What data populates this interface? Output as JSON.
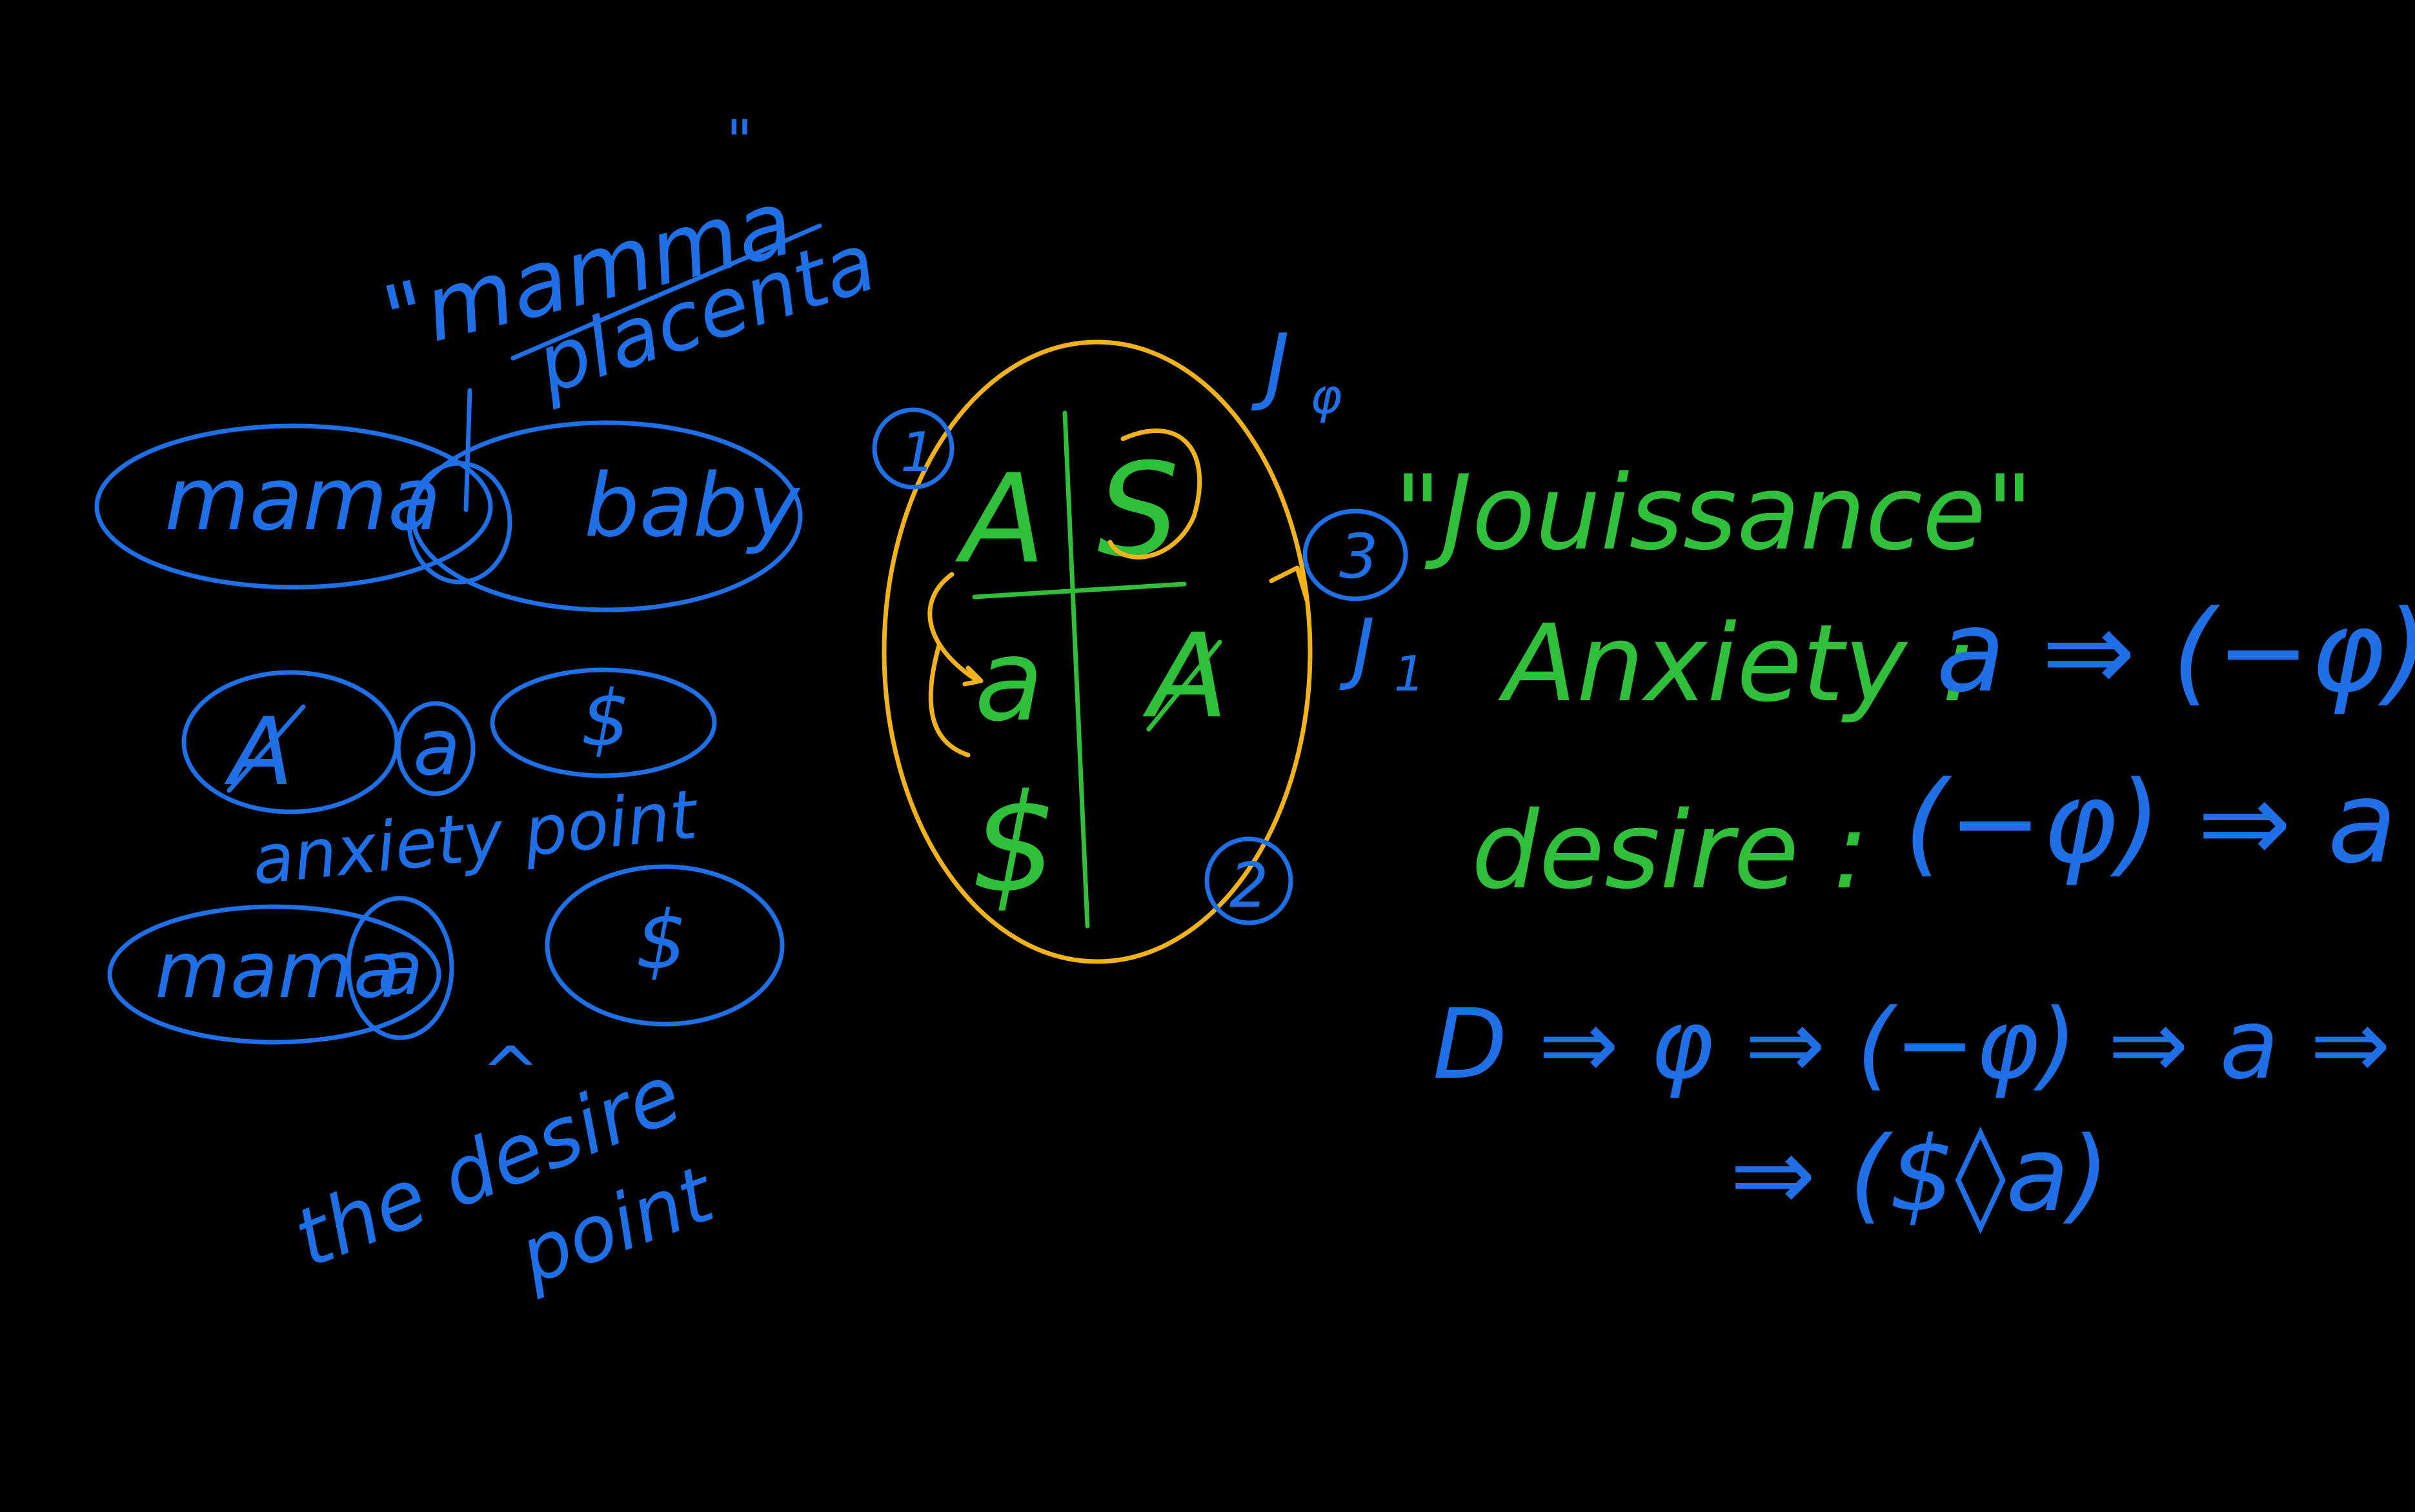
{
  "colors": {
    "background": "#000000",
    "blue": "#1f6fe6",
    "green": "#2fbf3a",
    "yellow": "#f2b21a"
  },
  "left": {
    "top_quote": "\"",
    "mamma": "\"mamma",
    "placenta": "placenta",
    "mama_1": "mama",
    "baby": "baby",
    "a_barred": "A",
    "a_circled": "a",
    "s_barred_1": "$",
    "anxiety_point": "anxiety point",
    "mama_2": "mama",
    "a_lower": "a",
    "s_barred_2": "$",
    "caret": "^",
    "the_desire": "the desire",
    "point": "point"
  },
  "center": {
    "label_1": "1",
    "label_2": "2",
    "label_3": "3",
    "A": "A",
    "S": "S",
    "a": "a",
    "A_barred": "A",
    "S_barred": "$",
    "J_phi": "J",
    "phi_sub": "φ",
    "J_1": "J",
    "one_sub": "1"
  },
  "right": {
    "jouissance": "\"Jouissance\"",
    "anxiety_lhs": "Anxiety :",
    "anxiety_rhs": "a ⇒ (−φ)",
    "desire_lhs": "desire :",
    "desire_rhs": "(−φ) ⇒ a",
    "chain_1": "D ⇒ φ ⇒ (−φ) ⇒ a ⇒ d($)",
    "chain_2": "⇒ ($◊a)"
  }
}
